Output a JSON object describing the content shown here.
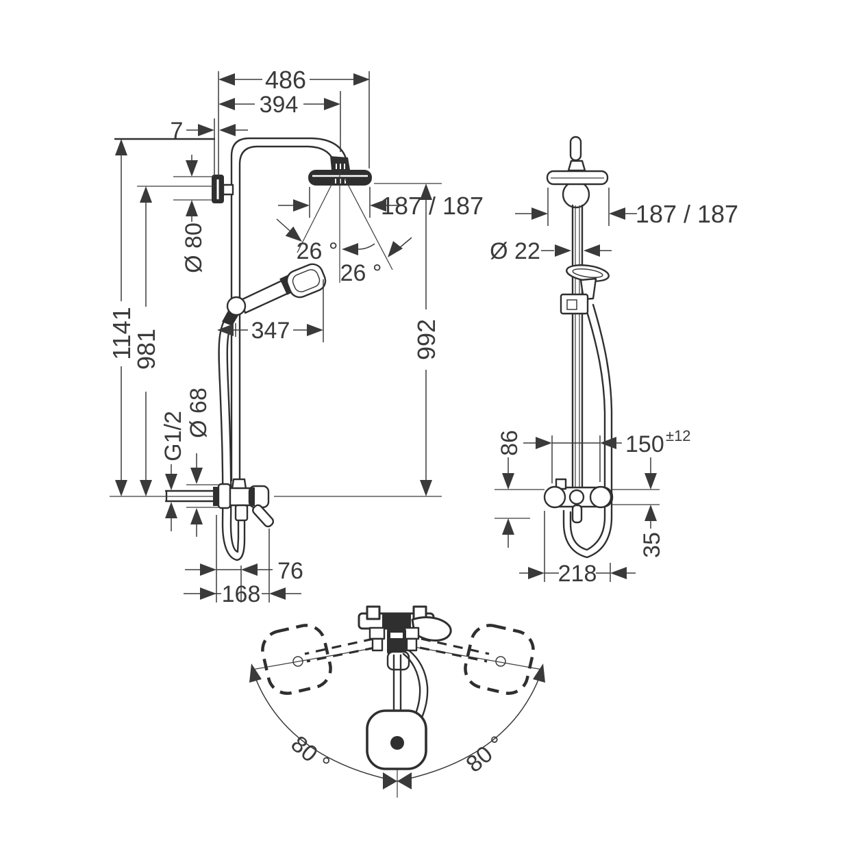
{
  "drawing": {
    "front_view": {
      "dim_width_total": "486",
      "dim_width_axis": "394",
      "dim_wall_offset": "7",
      "dim_bracket_dia": "Ø 80",
      "dim_height_total": "1141",
      "dim_height_bracket": "981",
      "dim_head_dia": "187 / 187",
      "dim_spray_angle_left": "26 °",
      "dim_spray_angle_right": "26 °",
      "dim_handshower_reach": "347",
      "dim_height_head": "992",
      "dim_thread": "G1/2",
      "dim_escutcheon_dia": "Ø 68",
      "dim_hose_offset": "76",
      "dim_valve_depth": "168"
    },
    "side_view": {
      "dim_head_dia": "187 / 187",
      "dim_pipe_dia": "Ø 22",
      "dim_valve_height": "86",
      "dim_connection_distance": "150",
      "dim_connection_tolerance": "±12",
      "dim_outlet_offset": "35",
      "dim_depth": "218"
    },
    "top_view": {
      "dim_swivel_left": "80 °",
      "dim_swivel_right": "80 °"
    }
  }
}
